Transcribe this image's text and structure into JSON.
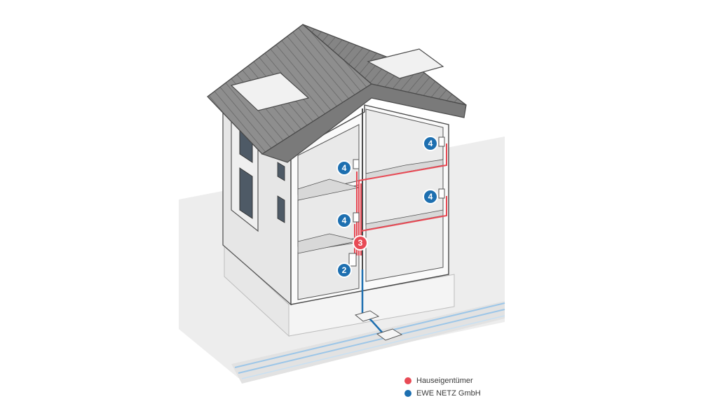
{
  "colors": {
    "owner": "#e84a55",
    "grid_operator": "#1d6fb0",
    "roof": "#8b8b8b",
    "wall": "#f2f2f2",
    "outline": "#4a4a4a",
    "ground": "#eaeaea"
  },
  "markers": {
    "m2": "2",
    "m3": "3",
    "m4a": "4",
    "m4b": "4",
    "m4c": "4",
    "m4d": "4"
  },
  "legend": {
    "items": [
      {
        "label": "Hauseigentümer",
        "color": "#e84a55"
      },
      {
        "label": "EWE NETZ GmbH",
        "color": "#1d6fb0"
      }
    ]
  }
}
